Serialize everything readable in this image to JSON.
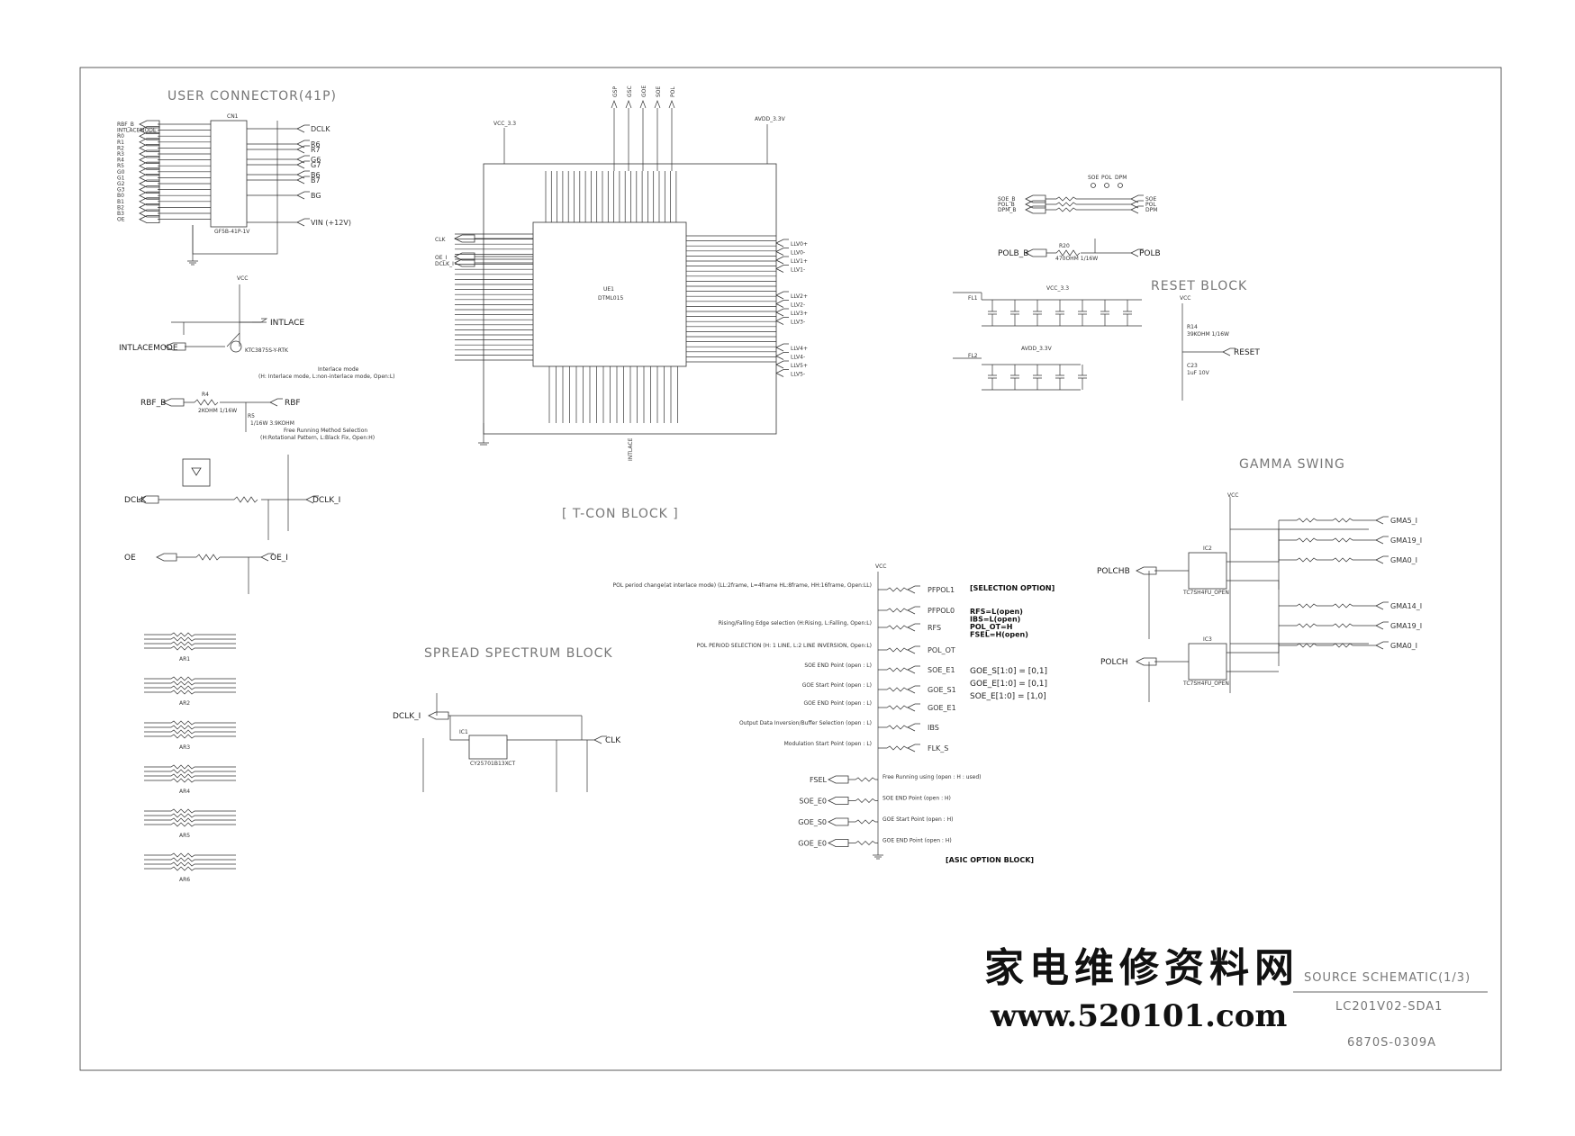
{
  "titles": {
    "user_connector": "USER CONNECTOR(41P)",
    "tcon": "[  T-CON  BLOCK  ]",
    "spread_spectrum": "SPREAD SPECTRUM BLOCK",
    "reset": "RESET BLOCK",
    "gamma": "GAMMA SWING",
    "asic_option": "[ASIC OPTION BLOCK]",
    "selection_option": "[SELECTION OPTION]"
  },
  "connector": {
    "ref": "CN1",
    "part": "GF5B-41P-1V",
    "left_nets": [
      "RBF_B",
      "INTLACEMODE",
      "R0",
      "R1",
      "R2",
      "R3",
      "R4",
      "R5",
      "G0",
      "G1",
      "G2",
      "G3",
      "B0",
      "B1",
      "B2",
      "B3",
      "OE"
    ],
    "right_nets": [
      "DCLK",
      "R6",
      "R7",
      "G6",
      "G7",
      "B6",
      "B7",
      "BG",
      "VIN (+12V)"
    ]
  },
  "interlace": {
    "out": "INTLACE",
    "in": "INTLACEMODE",
    "transistor": "KTC3875S-Y-RTK",
    "note1": "Interlace mode",
    "note2": "(H: Interlace mode, L:non-interlace mode, Open:L)"
  },
  "rbf": {
    "in": "RBF_B",
    "out": "RBF",
    "r4": "R4",
    "r4_val": "2KOHM 1/16W",
    "r5": "R5",
    "r5_val": "1/16W 3.9KOHM"
  },
  "frame_note": {
    "line1": "Free Running Method Selection",
    "line2": "(H:Rotational Pattern, L:Black Fix, Open:H)"
  },
  "dclk": {
    "in": "DCLK",
    "out": "DCLK_I"
  },
  "oe": {
    "in": "OE",
    "out": "OE_I"
  },
  "resistor_arrays": [
    "AR1",
    "AR2",
    "AR3",
    "AR4",
    "AR5",
    "AR6"
  ],
  "tcon_ic": {
    "ref": "UE1",
    "part": "DTML015",
    "inputs": [
      "CLK",
      "OE_I",
      "DCLK_I"
    ],
    "top_nets": [
      "GSP",
      "GSC",
      "GOE",
      "SOE",
      "POL"
    ],
    "bottom_label": "INTLACE",
    "right_nets": [
      "LLV0+",
      "LLV0-",
      "LLV1+",
      "LLV1-",
      "LLV2+",
      "LLV2-",
      "LLV3+",
      "LLV3-",
      "LLV4+",
      "LLV4-",
      "LLV5+",
      "LLV5-"
    ]
  },
  "supply": {
    "vcc33": "VCC_3.3",
    "avdd": "AVDD_3.3V",
    "vcc": "VCC"
  },
  "soe_block": {
    "inputs": [
      "SOE_B",
      "POL_B",
      "DPM_B"
    ],
    "outputs": [
      "SOE",
      "POL",
      "DPM"
    ],
    "polb_in": "POLB_B",
    "polb_out": "POLB",
    "polb_r": "R20",
    "polb_val": "470OHM 1/16W"
  },
  "reset": {
    "out": "RESET",
    "r14": "R14",
    "r14_val": "39KOHM 1/16W",
    "c23": "C23",
    "c23_val": "1uF 10V"
  },
  "filters": {
    "fl1": "FL1",
    "fl2": "FL2"
  },
  "spread": {
    "ic": "IC1",
    "part": "CY25701B13XCT",
    "in": "DCLK_I",
    "out": "CLK"
  },
  "asic_rows": [
    {
      "note": "POL period change(at interlace mode) (LL:2frame, L=4frame HL:8frame, HH:16frame, Open:LL)",
      "net": "PFPOL1"
    },
    {
      "note": "",
      "net": "PFPOL0"
    },
    {
      "note": "Rising/Falling Edge selection (H:Rising, L:Falling, Open:L)",
      "net": "RFS"
    },
    {
      "note": "POL PERIOD SELECTION (H: 1 LINE, L:2 LINE INVERSION, Open:L)",
      "net": "POL_OT"
    },
    {
      "note": "SOE END Point (open : L)",
      "net": "SOE_E1"
    },
    {
      "note": "GOE Start Point (open : L)",
      "net": "GOE_S1"
    },
    {
      "note": "GOE END Point (open : L)",
      "net": "GOE_E1"
    },
    {
      "note": "Output Data Inversion/Buffer Selection (open : L)",
      "net": "IBS"
    },
    {
      "note": "Modulation Start Point (open : L)",
      "net": "FLK_S"
    }
  ],
  "asic_inputs": [
    {
      "net": "FSEL",
      "note": "Free Running using (open : H : used)"
    },
    {
      "net": "SOE_E0",
      "note": "SOE END Point (open : H)"
    },
    {
      "net": "GOE_S0",
      "note": "GOE Start Point (open : H)"
    },
    {
      "net": "GOE_E0",
      "note": "GOE END Point (open : H)"
    }
  ],
  "selection": [
    "RFS=L(open)",
    "IBS=L(open)",
    "POL_OT=H",
    "FSEL=H(open)"
  ],
  "goe_eq": [
    "GOE_S[1:0] = [0,1]",
    "GOE_E[1:0] = [0,1]",
    "SOE_E[1:0] = [1,0]"
  ],
  "gamma": {
    "inputs": [
      "POLCHB",
      "POLCH"
    ],
    "ics": [
      "IC2",
      "IC3"
    ],
    "ic_part": "TC7SH4FU_OPEN",
    "outputs": [
      "GMA5_I",
      "GMA19_I",
      "GMA0_I",
      "GMA14_I",
      "GMA19_I",
      "GMA0_I"
    ]
  },
  "watermark": {
    "cn": "家电维修资料网",
    "url": "www.520101.com"
  },
  "titleblock": {
    "title": "SOURCE SCHEMATIC(1/3)",
    "model": "LC201V02-SDA1",
    "part": "6870S-0309A"
  }
}
